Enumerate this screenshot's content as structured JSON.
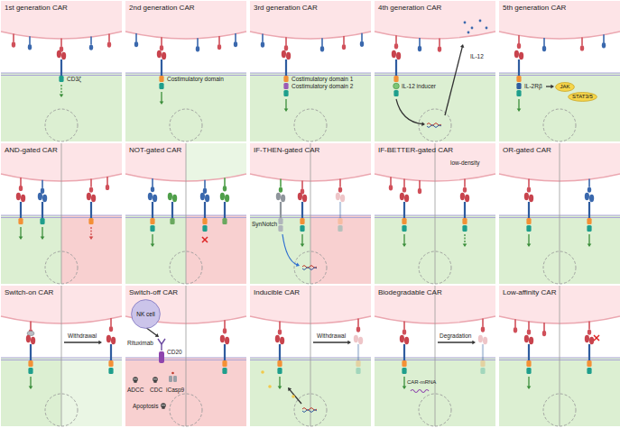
{
  "diagram": {
    "nodes": [
      {
        "text": [
          "1st generation CAR"
        ]
      },
      {
        "text": [
          "2nd generation CAR"
        ]
      },
      {
        "text": [
          "3rd generation CAR"
        ]
      },
      {
        "text": [
          "4th generation CAR"
        ]
      },
      {
        "text": [
          "5th generation CAR"
        ]
      },
      {
        "text": [
          "AND-gated CAR"
        ]
      },
      {
        "text": [
          "NOT-gated CAR"
        ]
      },
      {
        "text": [
          "IF-THEN-gated CAR"
        ]
      },
      {
        "text": [
          "IF-BETTER-gated CAR"
        ]
      },
      {
        "text": [
          "OR-gated CAR"
        ]
      },
      {
        "text": [
          "Switch-on CAR"
        ]
      },
      {
        "text": [
          "Switch-off CAR"
        ]
      },
      {
        "text": [
          "Inducible CAR"
        ]
      },
      {
        "text": [
          "Biodegradable CAR"
        ]
      },
      {
        "text": [
          "Low-affinity CAR"
        ]
      },
      {
        "text": [
          "JAK"
        ],
        "in": 4
      },
      {
        "text": [
          "STAT3/5"
        ],
        "in": 4
      },
      {
        "text": [
          "NK cell"
        ],
        "in": 11
      }
    ],
    "labels": [
      "CD3ζ",
      "Costimulatory domain",
      "Costimulatory domain 1",
      "Costimulatory domain 2",
      "IL-12 inducer",
      "IL-12",
      "IL-2Rβ",
      "SynNotch",
      "low-density",
      "Withdrawal",
      "Rituximab",
      "CD20",
      "ADCC",
      "CDC",
      "iCasp9",
      "Apoptosis",
      "Withdrawal",
      "CAR-mRNA",
      "Degradation"
    ]
  }
}
